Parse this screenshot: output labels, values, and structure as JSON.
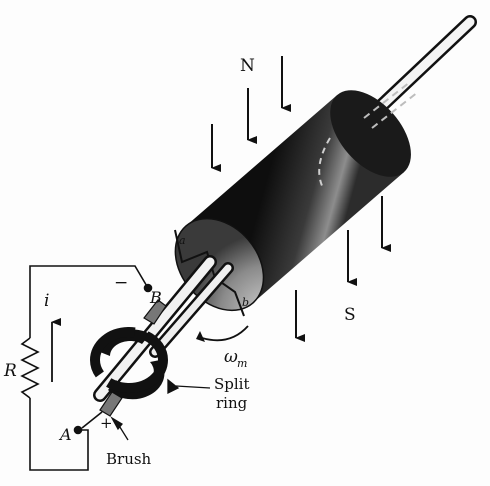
{
  "labels": {
    "north": "N",
    "south": "S",
    "current": "i",
    "resistor": "R",
    "terminal_a": "A",
    "terminal_b": "B",
    "plus": "+",
    "minus": "−",
    "coil_a": "a",
    "coil_b": "b",
    "omega": "ω",
    "omega_sub": "m",
    "split_line1": "Split",
    "split_line2": "ring",
    "brush": "Brush"
  },
  "colors": {
    "ink": "#111111",
    "cylinder_dark": "#1b1b1b",
    "cylinder_light": "#9a9a9a",
    "shaft": "#f2f2f2"
  }
}
